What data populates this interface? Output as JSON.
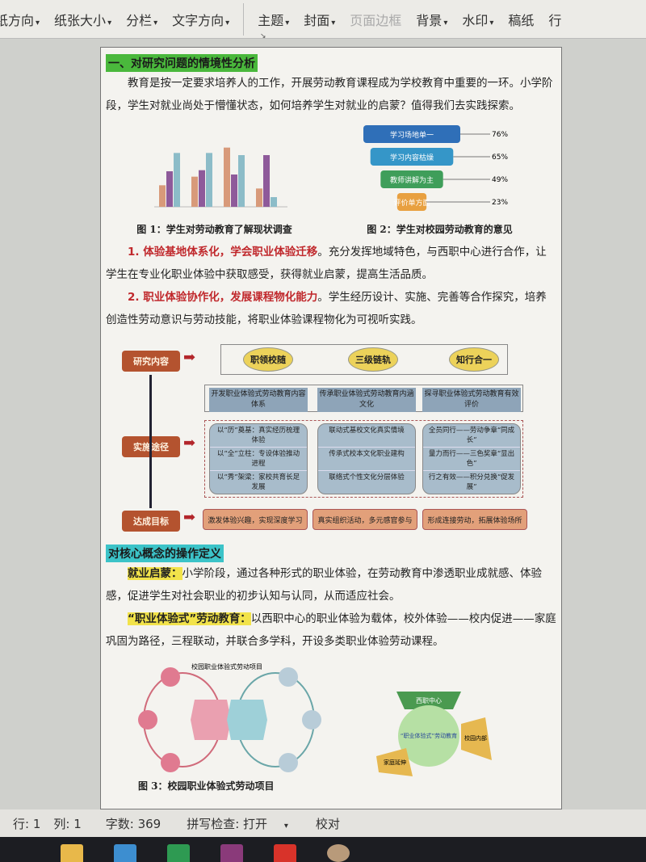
{
  "toolbar": {
    "items": [
      {
        "label": "纸方向",
        "dropdown": true
      },
      {
        "label": "纸张大小",
        "dropdown": true
      },
      {
        "label": "分栏",
        "dropdown": true
      },
      {
        "label": "文字方向",
        "dropdown": true
      },
      {
        "label": "主题",
        "dropdown": true
      },
      {
        "label": "封面",
        "dropdown": true
      },
      {
        "label": "页面边框",
        "dropdown": false,
        "disabled": true
      },
      {
        "label": "背景",
        "dropdown": true
      },
      {
        "label": "水印",
        "dropdown": true
      },
      {
        "label": "稿纸",
        "dropdown": false
      },
      {
        "label": "行",
        "dropdown": false
      }
    ]
  },
  "doc": {
    "section1_title": "一、对研究问题的情境性分析",
    "intro": "教育是按一定要求培养人的工作，开展劳动教育课程成为学校教育中重要的一环。小学阶段，学生对就业尚处于懵懂状态，如何培养学生对就业的启蒙？值得我们去实践探索。",
    "fig1_caption": "图 1：学生对劳动教育了解现状调查",
    "fig2_caption": "图 2：学生对校园劳动教育的意见",
    "point1_title": "1. 体验基地体系化，学会职业体验迁移",
    "point1_text": "。充分发挥地域特色，与西职中心进行合作，让学生在专业化职业体验中获取感受，获得就业启蒙，提高生活品质。",
    "point2_title": "2. 职业体验协作化，发展课程物化能力",
    "point2_text": "。学生经历设计、实施、完善等合作探究，培养创造性劳动意识与劳动技能，将职业体验课程物化为可视听实践。",
    "flow": {
      "labels": [
        "研究内容",
        "实施途径",
        "达成目标"
      ],
      "ovals": [
        "职领校随",
        "三级链轨",
        "知行合一"
      ],
      "tasks": [
        "开发职业体验式劳动教育内容体系",
        "传承职业体验式劳动教育内涵文化",
        "探寻职业体验式劳动教育有效评价"
      ],
      "paths": [
        [
          "以“历”奠基：真实经历梳理体验",
          "以“全”立柱：专设体验推动进程",
          "以“秀”架梁：家校共育长足发展"
        ],
        [
          "联动式基校文化真实情境",
          "传承式校本文化职业建构",
          "联络式个性文化分层体验"
        ],
        [
          "全员同行——劳动争章“同成长”",
          "量力而行——三色奖章“显出色”",
          "行之有效——积分兑换“促发展”"
        ]
      ],
      "goals": [
        "激发体验兴趣，实现深度学习",
        "真实组织活动，多元感官参与",
        "形成连接劳动，拓展体验场所"
      ]
    },
    "section2_title": "对核心概念的操作定义",
    "def1_term": "就业启蒙：",
    "def1_text": "小学阶段，通过各种形式的职业体验，在劳动教育中渗透职业成就感、体验感，促进学生对社会职业的初步认知与认同，从而适应社会。",
    "def2_term": "“职业体验式”劳动教育：",
    "def2_text": "以西职中心的职业体验为载体，校外体验——校内促进——家庭巩固为路径，三程联动，并联合多学科，开设多类职业体验劳动课程。",
    "fig3_caption": "图 3：校园职业体验式劳动项目",
    "fig3_title": "校园职业体验式劳动项目",
    "fig3b": {
      "center": "“职业体验式”劳动教育",
      "sectors": [
        "西职中心",
        "校园内部",
        "家庭延伸"
      ]
    }
  },
  "chart_data": [
    {
      "type": "bar",
      "categories": [
        "",
        "",
        "",
        ""
      ],
      "series": [
        {
          "values": [
            20,
            28,
            55,
            17
          ],
          "color": "#d89a7a"
        },
        {
          "values": [
            33,
            34,
            30,
            48
          ],
          "color": "#8e5a9a"
        },
        {
          "values": [
            50,
            50,
            48,
            9
          ],
          "color": "#8cbcc8"
        }
      ]
    },
    {
      "type": "funnel",
      "categories": [
        "学习场地单一",
        "学习内容枯燥",
        "教师讲解为主",
        "评价单方面"
      ],
      "values": [
        76,
        65,
        49,
        23
      ],
      "value_labels": [
        "76%",
        "65%",
        "49%",
        "23%"
      ],
      "colors": [
        "#2f6fb8",
        "#3596c8",
        "#3f9e5a",
        "#e8a040"
      ]
    }
  ],
  "status": {
    "row": "行: 1",
    "col": "列: 1",
    "words": "字数: 369",
    "spell": "拼写检查: 打开",
    "proof": "校对"
  }
}
